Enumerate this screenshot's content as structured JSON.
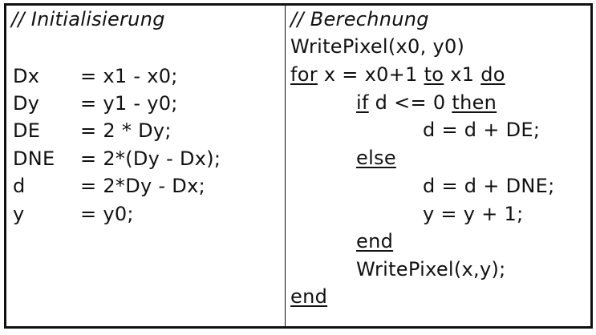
{
  "left": {
    "comment": "// Initialisierung",
    "assignments": [
      {
        "var": "Dx",
        "expr": "= x1 - x0;"
      },
      {
        "var": "Dy",
        "expr": "= y1 - y0;"
      },
      {
        "var": "DE",
        "expr": "= 2 * Dy;"
      },
      {
        "var": "DNE",
        "expr": "= 2*(Dy - Dx);"
      },
      {
        "var": "d",
        "expr": "= 2*Dy - Dx;"
      },
      {
        "var": "y",
        "expr": "= y0;"
      }
    ]
  },
  "right": {
    "comment": "// Berechnung",
    "write_pixel_start": "WritePixel(x0, y0)",
    "for_kw": "for",
    "for_mid": " x = x0+1 ",
    "to_kw": "to",
    "for_end": " x1 ",
    "do_kw": "do",
    "if_kw": "if",
    "if_cond": " d <= 0 ",
    "then_kw": "then",
    "then_stmt": "d = d + DE;",
    "else_kw": "else",
    "else_stmt1": "d = d + DNE;",
    "else_stmt2": "y = y + 1;",
    "end_inner": "end",
    "write_pixel_loop": "WritePixel(x,y);",
    "end_outer": "end"
  }
}
